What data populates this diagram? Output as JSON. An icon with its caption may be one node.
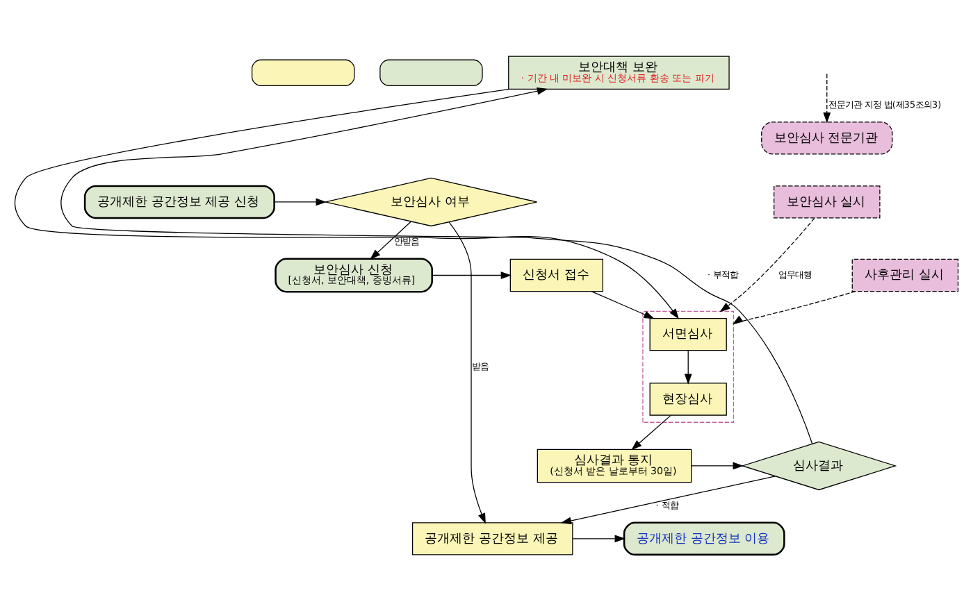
{
  "diagram": {
    "nodes": [
      {
        "text": [],
        "shape": "box"
      },
      {
        "text": [],
        "shape": "box"
      },
      {
        "text": [
          "보안심사 여부"
        ]
      },
      {
        "text": [
          "공개제한 공간정보 제공 신청"
        ]
      },
      {
        "text": [
          "신청서 접수"
        ]
      },
      {
        "text": [
          "보안심사 신청",
          "[신청서, 보안대책, 증빙서류]"
        ]
      },
      {
        "text": [],
        "shape": "box"
      },
      {
        "text": [
          "서면심사"
        ],
        "in": 6
      },
      {
        "text": [
          "현장심사"
        ],
        "in": 6
      },
      {
        "text": [
          "보안대책 보완",
          "· 기간 내 미보완 시 신청서류 환송 또는 파기"
        ]
      },
      {
        "text": [
          "심사결과 통지",
          "(신청서 받은 날로부터 30일)"
        ]
      },
      {
        "text": [
          "심사결과"
        ]
      },
      {
        "text": [
          "공개제한 공간정보 제공"
        ]
      },
      {
        "text": [
          "공개제한 공간정보 이용"
        ]
      },
      {
        "text": [
          "보안심사 전문기관"
        ]
      },
      {
        "text": [
          "보안심사 실시"
        ]
      },
      {
        "text": [
          "사후관리 실시"
        ]
      }
    ],
    "edges": [
      {
        "from": 3,
        "to": 2,
        "arrow": "to"
      },
      {
        "from": 2,
        "to": 5,
        "arrow": "to",
        "label": "안받음"
      },
      {
        "from": 2,
        "to": 12,
        "arrow": "to",
        "label": "받음"
      },
      {
        "from": 5,
        "to": 4,
        "arrow": "to"
      },
      {
        "from": 4,
        "to": 7,
        "arrow": "to"
      },
      {
        "from": 7,
        "to": 8,
        "arrow": "to"
      },
      {
        "from": 8,
        "to": 10,
        "arrow": "to"
      },
      {
        "from": 10,
        "to": 11,
        "arrow": "to"
      },
      {
        "from": 11,
        "to": 9,
        "arrow": "to",
        "label": "· 부적합"
      },
      {
        "from": 9,
        "to": 7,
        "arrow": "to"
      },
      {
        "from": 11,
        "to": 12,
        "arrow": "to",
        "label": "· 적합"
      },
      {
        "from": 12,
        "to": 13,
        "arrow": "to"
      },
      {
        "from": null,
        "to": 14,
        "arrow": "to",
        "style": "dashed",
        "label": "전문기관 지정 법(제35조의3)"
      },
      {
        "from": 15,
        "to": 6,
        "arrow": "to",
        "style": "dashed",
        "label": "업무대행"
      },
      {
        "from": 16,
        "to": 6,
        "arrow": "to",
        "style": "dashed"
      }
    ]
  }
}
